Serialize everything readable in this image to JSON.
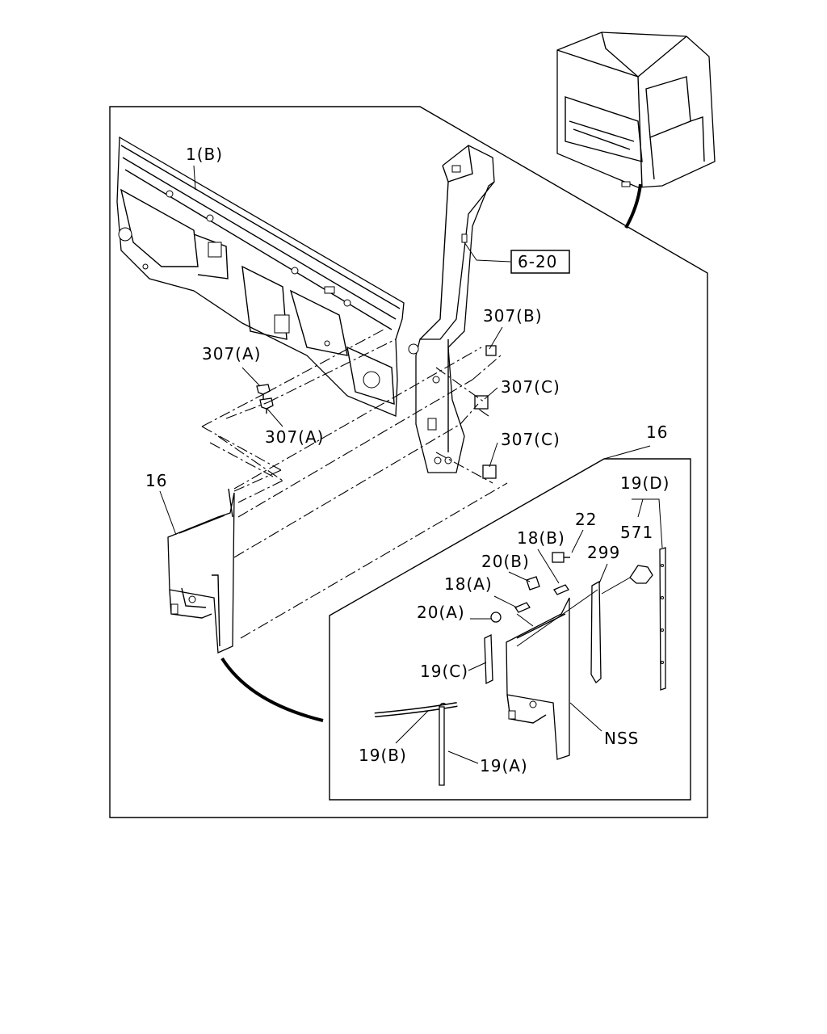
{
  "callouts": {
    "p1b": "1(B)",
    "ref620": "6-20",
    "p307b": "307(B)",
    "p307a_top": "307(A)",
    "p307a_bottom": "307(A)",
    "p307c_upper": "307(C)",
    "p307c_lower": "307(C)",
    "p16_left": "16",
    "p16_right": "16",
    "p19d": "19(D)",
    "p22": "22",
    "p571": "571",
    "p18b": "18(B)",
    "p299": "299",
    "p20b": "20(B)",
    "p18a": "18(A)",
    "p20a": "20(A)",
    "p19c": "19(C)",
    "nss": "NSS",
    "p19b": "19(B)",
    "p19a": "19(A)"
  }
}
